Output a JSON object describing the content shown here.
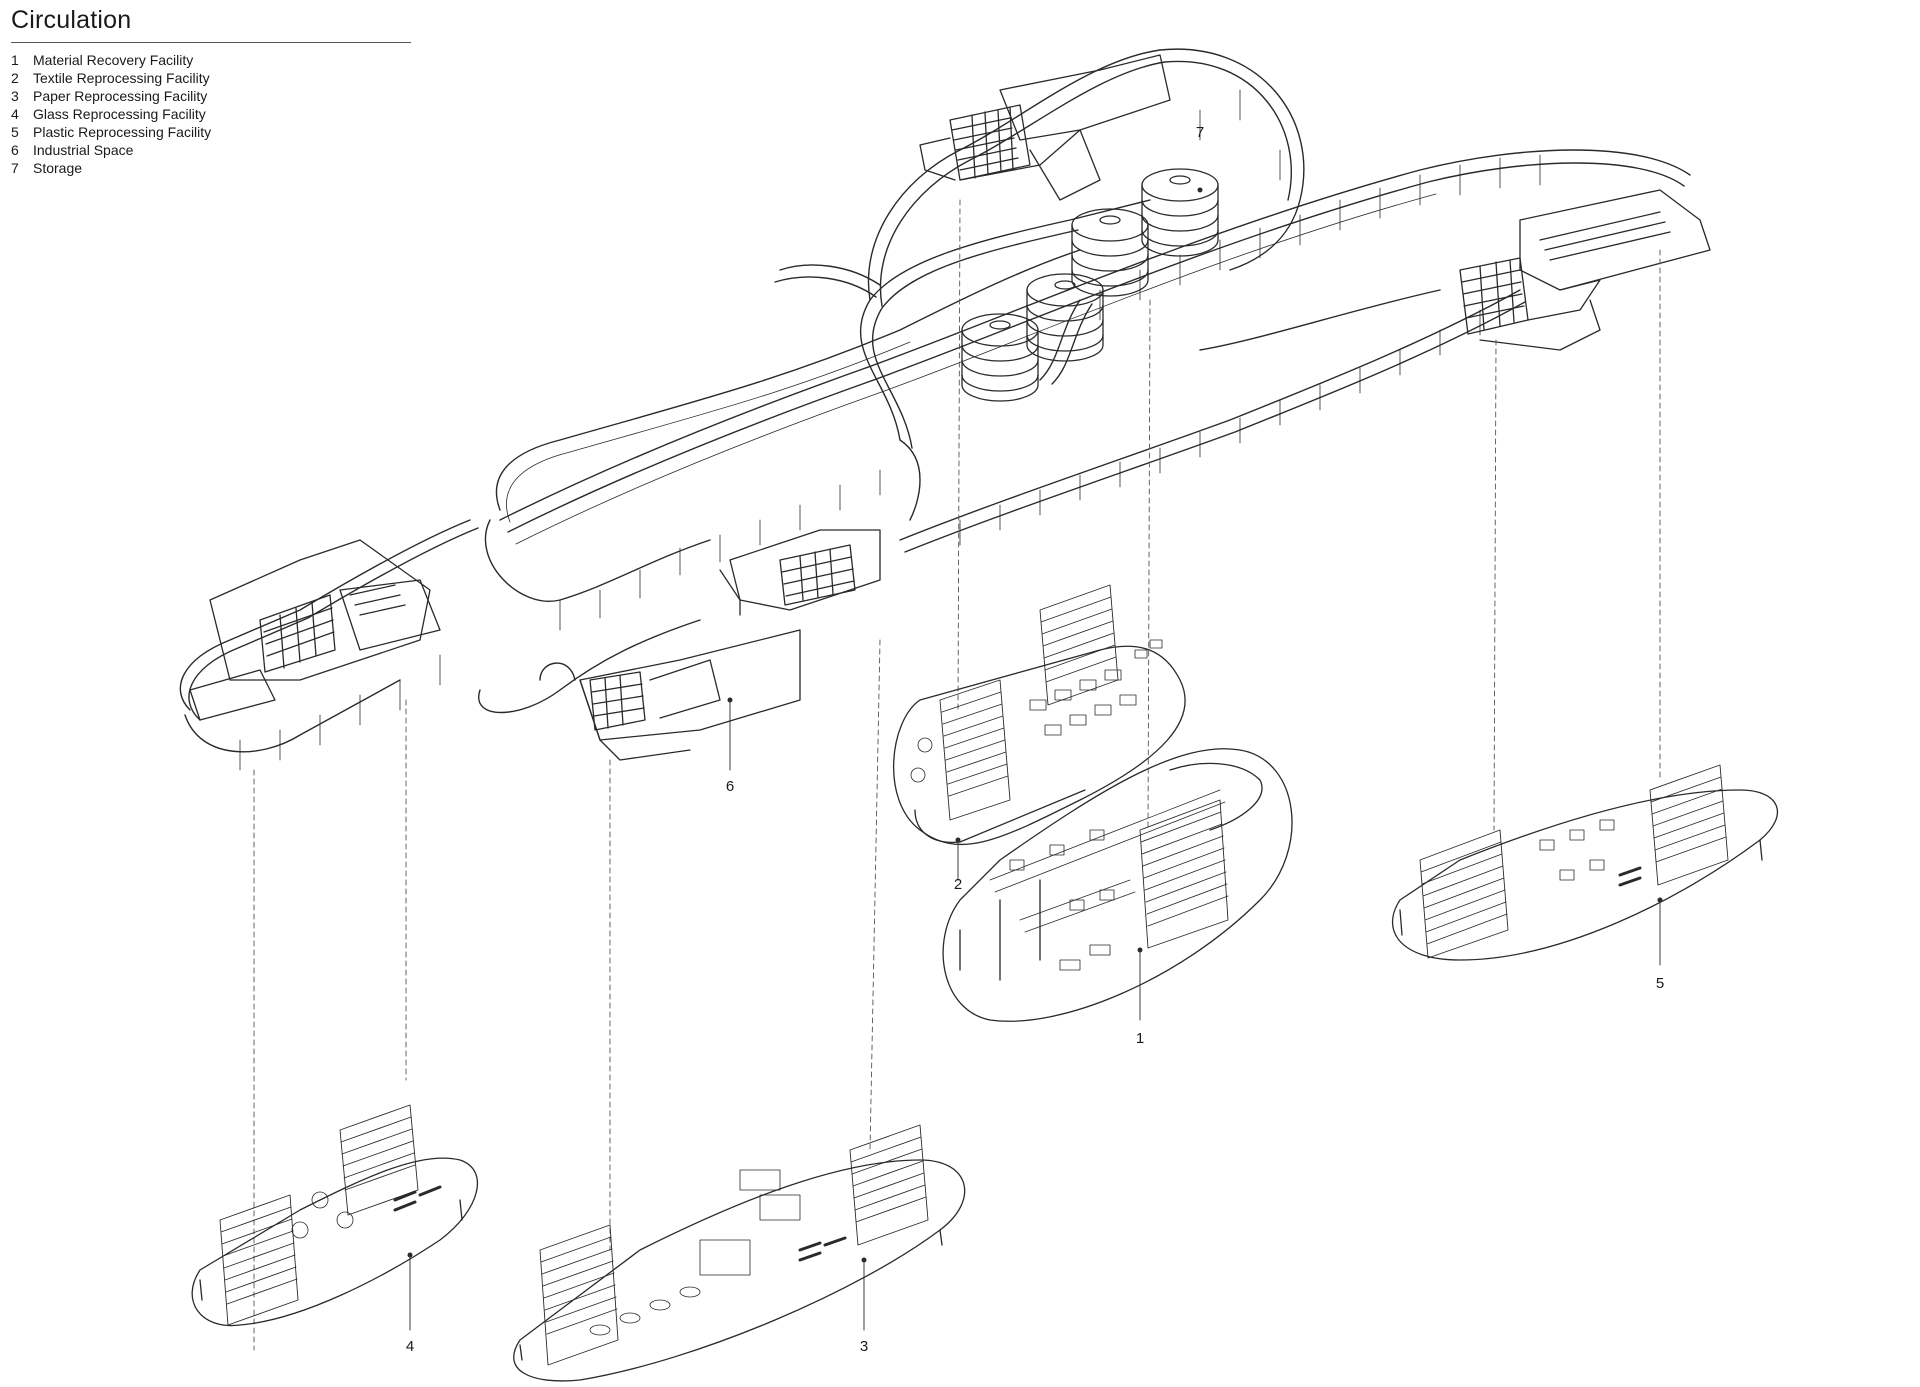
{
  "title": "Circulation",
  "legend": [
    {
      "num": "1",
      "label": "Material Recovery Facility"
    },
    {
      "num": "2",
      "label": "Textile Reprocessing Facility"
    },
    {
      "num": "3",
      "label": "Paper Reprocessing Facility"
    },
    {
      "num": "4",
      "label": "Glass Reprocessing Facility"
    },
    {
      "num": "5",
      "label": "Plastic Reprocessing Facility"
    },
    {
      "num": "6",
      "label": "Industrial Space"
    },
    {
      "num": "7",
      "label": "Storage"
    }
  ],
  "callouts": {
    "c1": "1",
    "c2": "2",
    "c3": "3",
    "c4": "4",
    "c5": "5",
    "c6": "6",
    "c7": "7"
  },
  "colors": {
    "line": "#2a2a2a",
    "light": "#8a8a8a",
    "paper": "#ffffff"
  }
}
